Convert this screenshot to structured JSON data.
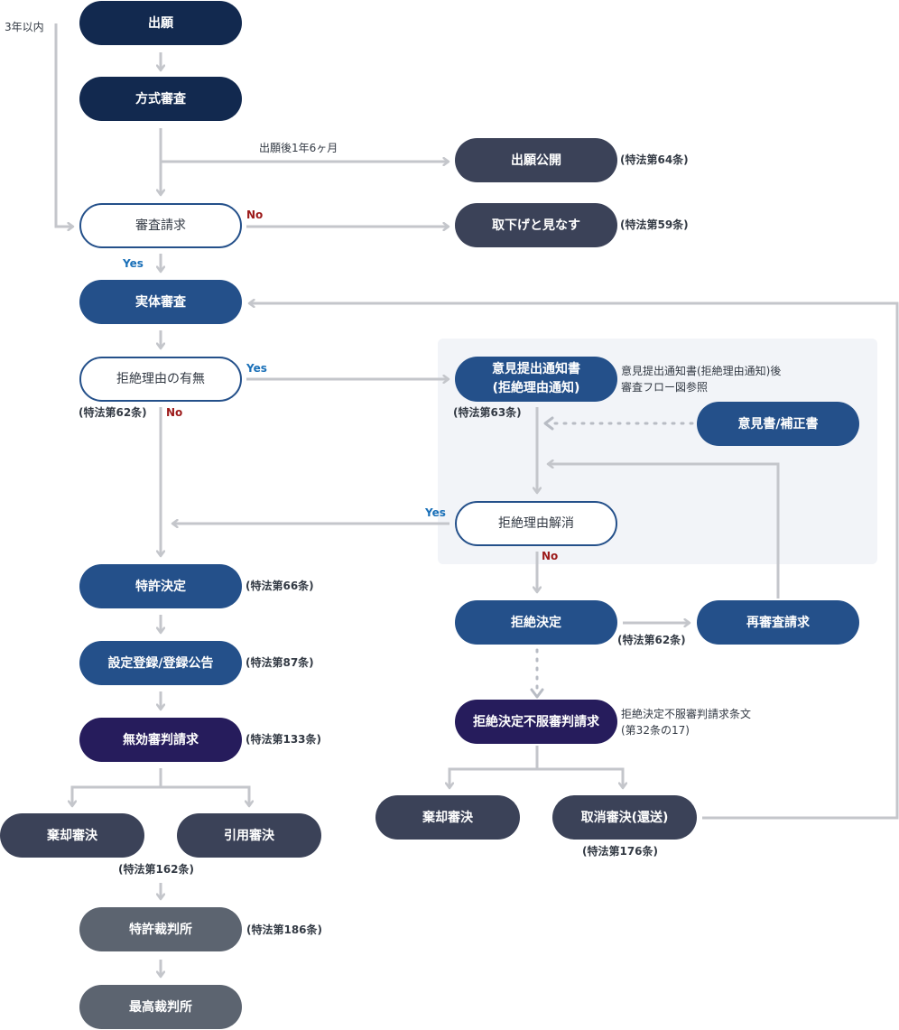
{
  "nodes": {
    "shutsugan": "出願",
    "hoshiki": "方式審査",
    "koukai": "出願公開",
    "shinsa_seikyu": "審査請求",
    "torisage": "取下げと見なす",
    "jittai": "実体審査",
    "kyozetsu_umu": "拒絶理由の有無",
    "iken_tsuchi": "意見提出通知書\n(拒絶理由通知)",
    "ikensho": "意見書/補正書",
    "kaisho": "拒絶理由解消",
    "tokkyo_kettei": "特許決定",
    "settei": "設定登録/登録公告",
    "kyozetsu_kettei": "拒絶決定",
    "sai_shinsa": "再審査請求",
    "muko": "無効審判請求",
    "fufuku": "拒絶決定不服審判請求",
    "kikyaku_left": "棄却審決",
    "inyo": "引用審決",
    "kikyaku_right": "棄却審決",
    "torikeshi": "取消審決(還送)",
    "tokkyo_saibansho": "特許裁判所",
    "saiko": "最高裁判所"
  },
  "labels": {
    "within3": "3年以内",
    "after18": "出願後1年6ヶ月",
    "art64": "(特法第64条)",
    "art59": "(特法第59条)",
    "art62a": "(特法第62条)",
    "art63": "(特法第63条)",
    "art66": "(特法第66条)",
    "art87": "(特法第87条)",
    "art62b": "(特法第62条)",
    "art133": "(特法第133条)",
    "art162": "(特法第162条)",
    "art176": "(特法第176条)",
    "art186": "(特法第186条)",
    "iken_note": "意見提出通知書(拒絶理由通知)後\n審査フロー図参照",
    "fufuku_note": "拒絶決定不服審判請求条文\n(第32条の17)",
    "yes1": "Yes",
    "no1": "No",
    "yes2": "Yes",
    "no2": "No",
    "yes3": "Yes",
    "no3": "No"
  },
  "colors": {
    "connector": "#c4c6cb",
    "dotted": "#b8bcc4",
    "navy": "#12294f",
    "blue": "#24508a",
    "slate": "#3b4258",
    "purple": "#261c5c",
    "gray": "#5c6470",
    "yes": "#1a70b8",
    "no": "#9c1a1a"
  }
}
